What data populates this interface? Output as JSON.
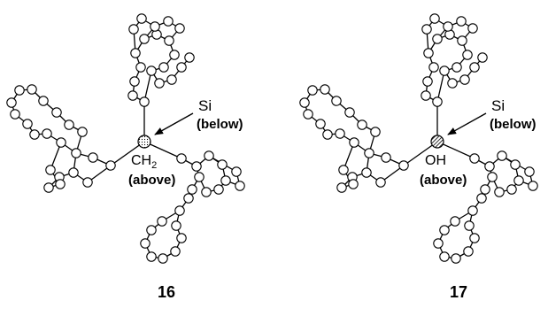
{
  "structures": [
    {
      "number": "16",
      "central_atom_fill": "light",
      "arrow_label": "Si",
      "arrow_note": "(below)",
      "group_main": "CH",
      "group_sub": "2",
      "group_note": "(above)"
    },
    {
      "number": "17",
      "central_atom_fill": "hatched",
      "arrow_label": "Si",
      "arrow_note": "(below)",
      "group_main": "OH",
      "group_sub": "",
      "group_note": "(above)"
    }
  ],
  "colors": {
    "ink": "#000000",
    "background": "#ffffff",
    "atom_fill": "#ffffff"
  }
}
